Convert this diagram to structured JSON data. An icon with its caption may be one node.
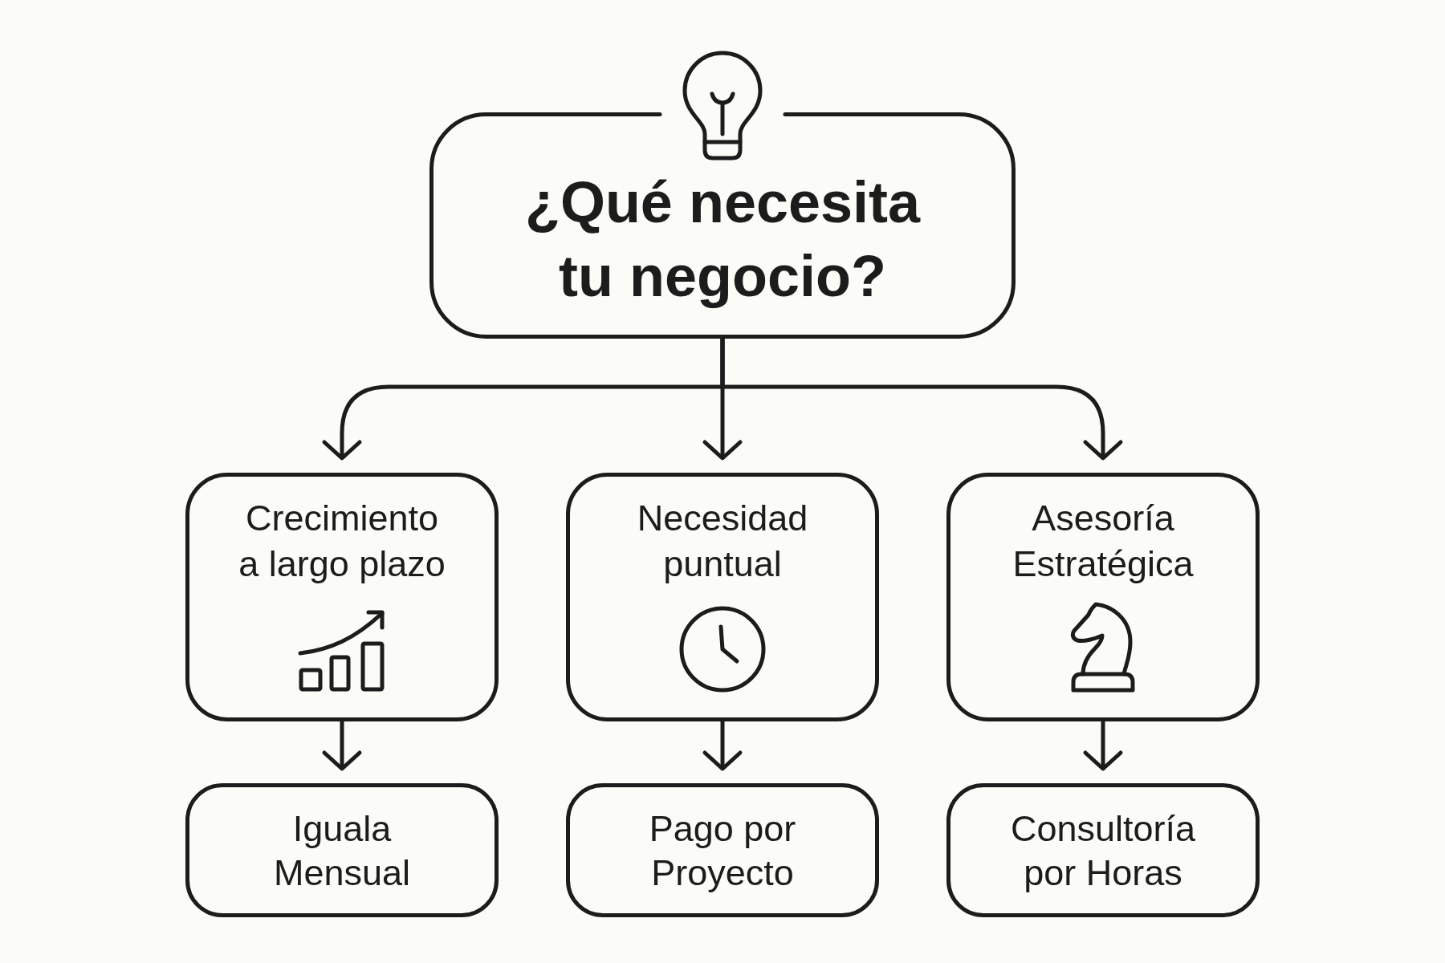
{
  "diagram": {
    "nodes": [
      {
        "text": [
          "¿Qué necesita tu negocio?"
        ]
      },
      {
        "text": [
          "Crecimiento a largo plazo"
        ]
      },
      {
        "text": [
          "Necesidad puntual"
        ]
      },
      {
        "text": [
          "Asesoría Estratégica"
        ]
      },
      {
        "text": [
          "Iguala Mensual"
        ]
      },
      {
        "text": [
          "Pago por Proyecto"
        ]
      },
      {
        "text": [
          "Consultoría por Horas"
        ]
      }
    ],
    "edges": [
      {
        "from": 0,
        "to": 1,
        "arrow": "to"
      },
      {
        "from": 0,
        "to": 2,
        "arrow": "to"
      },
      {
        "from": 0,
        "to": 3,
        "arrow": "to"
      },
      {
        "from": 1,
        "to": 4,
        "arrow": "to"
      },
      {
        "from": 2,
        "to": 5,
        "arrow": "to"
      },
      {
        "from": 3,
        "to": 6,
        "arrow": "to"
      }
    ]
  }
}
